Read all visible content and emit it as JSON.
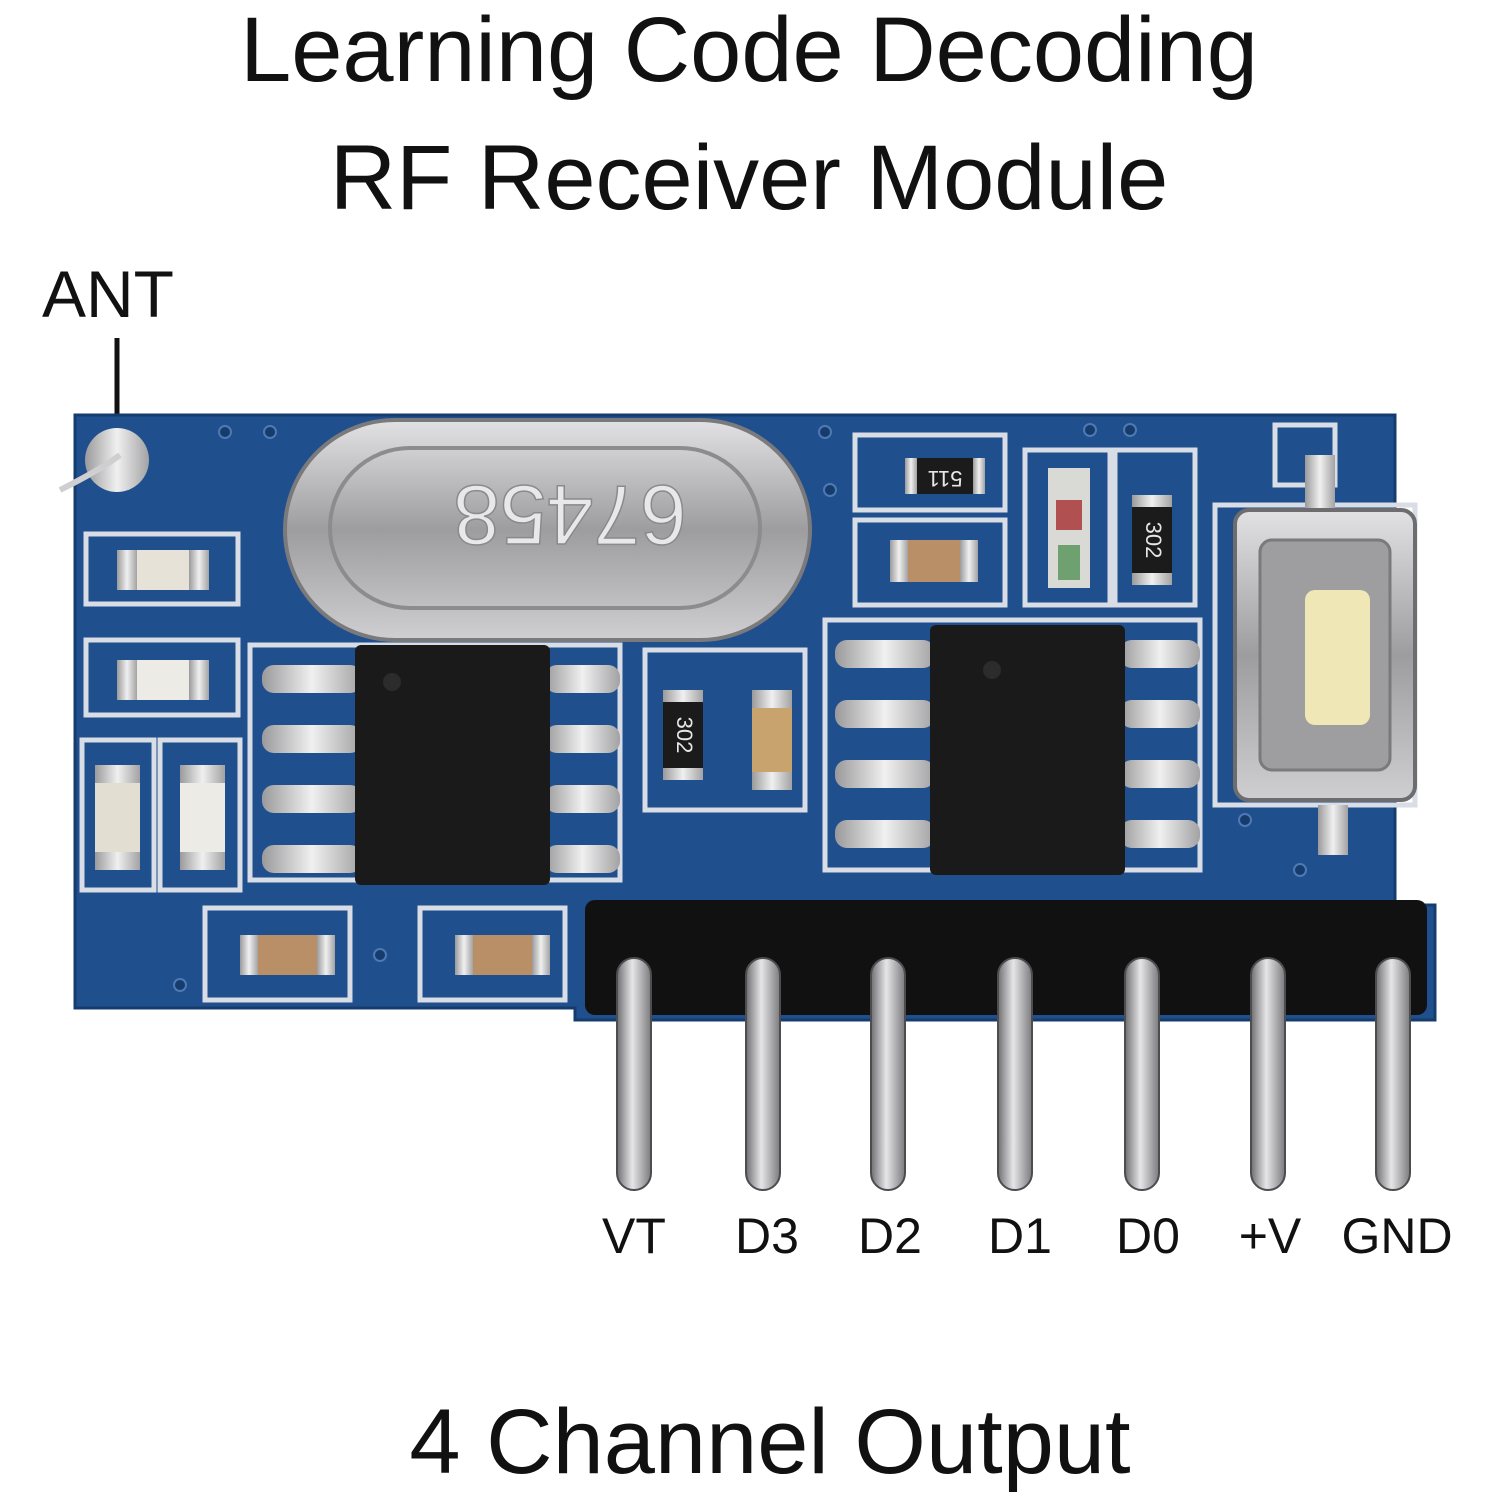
{
  "title": {
    "line1": "Learning Code Decoding",
    "line2": "RF Receiver Module"
  },
  "antenna": {
    "label": "ANT"
  },
  "crystal": {
    "marking": "67458"
  },
  "resistors": [
    {
      "marking": "511"
    },
    {
      "marking": "302"
    },
    {
      "marking": "302"
    }
  ],
  "pins": [
    {
      "label": "VT"
    },
    {
      "label": "D3"
    },
    {
      "label": "D2"
    },
    {
      "label": "D1"
    },
    {
      "label": "D0"
    },
    {
      "label": "+V"
    },
    {
      "label": "GND"
    }
  ],
  "footer": {
    "text": "4 Channel Output"
  },
  "colors": {
    "pcb": "#1f4f8c",
    "pcb_dark": "#163c6e",
    "silkscreen": "#d8dde6",
    "chip": "#1a1a1a",
    "metal": "#b9b9bb",
    "header": "#111111"
  }
}
